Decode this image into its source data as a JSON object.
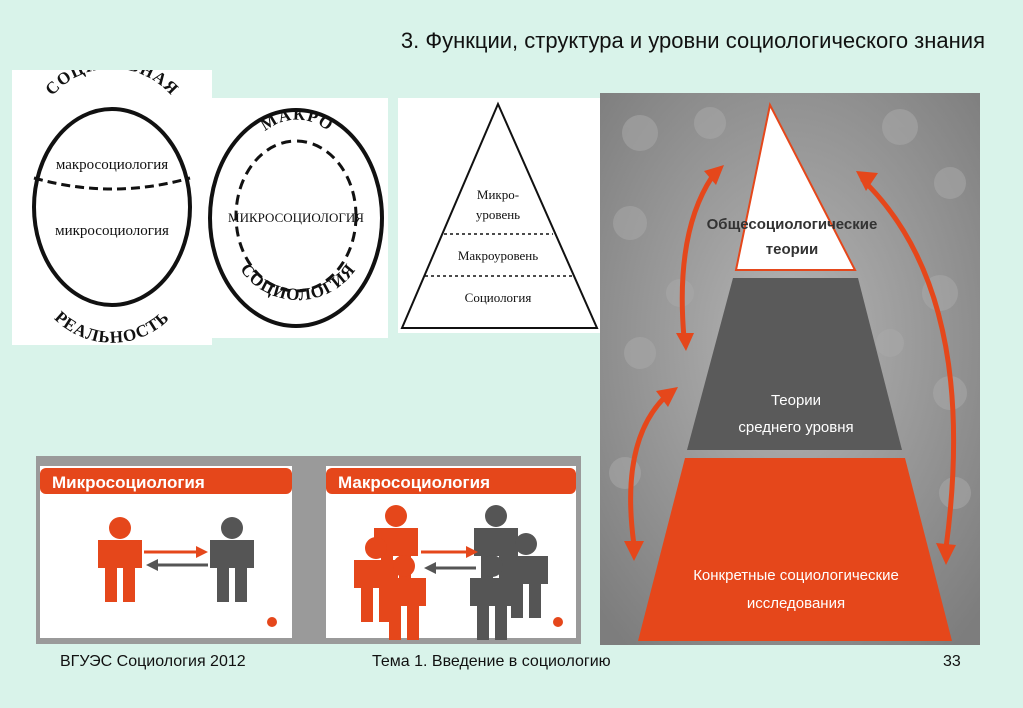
{
  "slide": {
    "title": "3. Функции, структура и уровни социологического знания"
  },
  "circle1": {
    "top_arc": "СОЦИАЛЬНАЯ",
    "bottom_arc": "РЕАЛЬНОСТЬ",
    "upper": "макросоциология",
    "lower": "микросоциология"
  },
  "circle2": {
    "top_arc": "МАКРО",
    "bottom_arc": "СОЦИОЛОГИЯ",
    "center": "МИКРОСОЦИОЛОГИЯ"
  },
  "small_pyramid": {
    "level1_line1": "Микро-",
    "level1_line2": "уровень",
    "level2": "Макроуровень",
    "level3": "Социология"
  },
  "micro_panel": {
    "title": "Микросоциология"
  },
  "macro_panel": {
    "title": "Макросоциология"
  },
  "big_pyramid": {
    "top_line1": "Общесоциологические",
    "top_line2": "теории",
    "middle_line1": "Теории",
    "middle_line2": "среднего уровня",
    "bottom_line1": "Конкретные социологические",
    "bottom_line2": "исследования",
    "colors": {
      "accent": "#e5471b",
      "dark": "#5a5a5a",
      "bg": "#8f8f8f"
    }
  },
  "footer": {
    "left": "ВГУЭС Социология 2012",
    "center": "Тема 1. Введение в социологию",
    "page": "33"
  }
}
